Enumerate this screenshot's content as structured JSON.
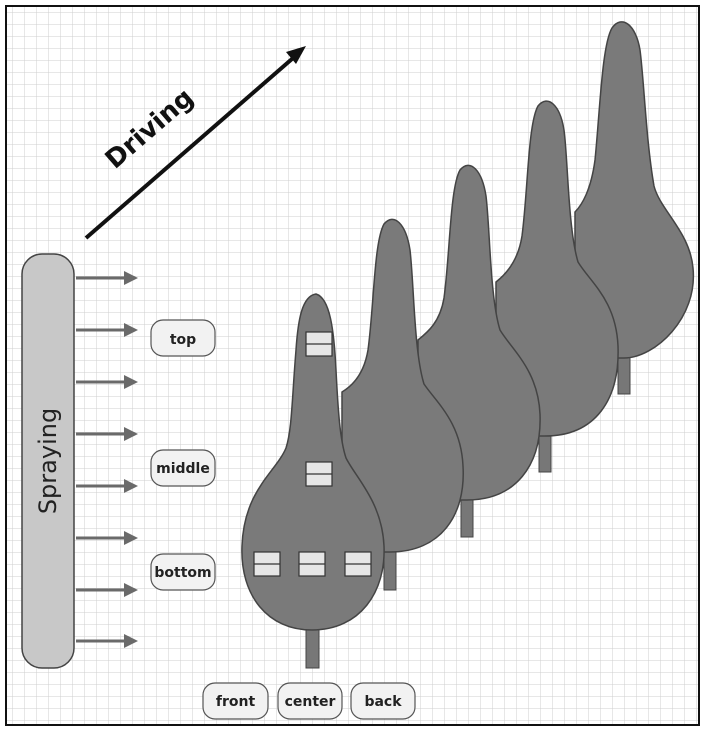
{
  "diagram": {
    "direction_label": "Driving",
    "sprayer_label": "Spraying",
    "height_labels": {
      "top": "top",
      "middle": "middle",
      "bottom": "bottom"
    },
    "depth_labels": {
      "front": "front",
      "center": "center",
      "back": "back"
    },
    "colors": {
      "grid": "#cfcfcf",
      "tree": "#7a7a7a",
      "tree_outline": "#444444",
      "sprayer_bar": "#c8c8c8",
      "spray_arrow": "#6a6a6a",
      "label_bg": "#f2f2f2"
    },
    "tree_count": 5,
    "spray_arrow_count": 8
  }
}
